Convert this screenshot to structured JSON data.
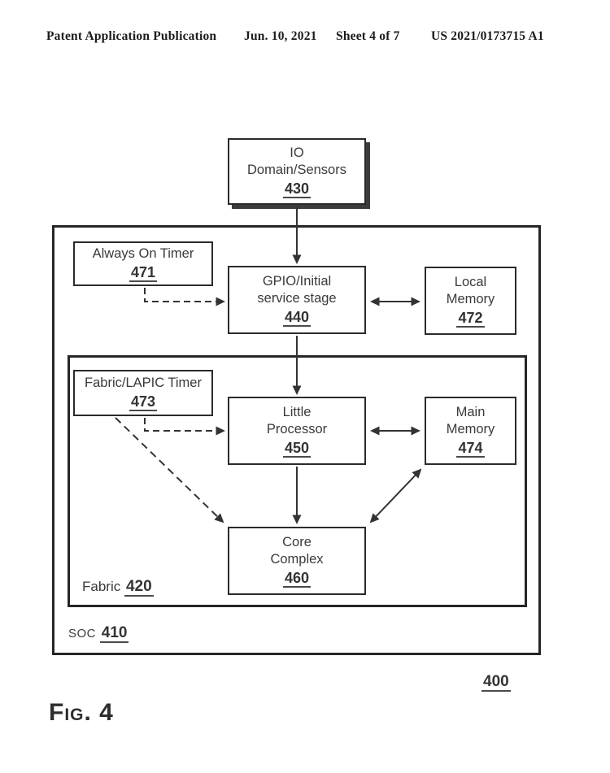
{
  "header": {
    "publication": "Patent Application Publication",
    "date": "Jun. 10, 2021",
    "sheet": "Sheet 4 of 7",
    "patent_number": "US 2021/0173715 A1"
  },
  "diagram": {
    "boxes": {
      "io_domain": {
        "line1": "IO",
        "line2": "Domain/Sensors",
        "ref": "430"
      },
      "always_on_timer": {
        "line1": "Always On Timer",
        "ref": "471"
      },
      "gpio": {
        "line1": "GPIO/Initial",
        "line2": "service stage",
        "ref": "440"
      },
      "local_memory": {
        "line1": "Local",
        "line2": "Memory",
        "ref": "472"
      },
      "fabric_timer": {
        "line1": "Fabric/LAPIC Timer",
        "ref": "473"
      },
      "little_processor": {
        "line1": "Little",
        "line2": "Processor",
        "ref": "450"
      },
      "main_memory": {
        "line1": "Main",
        "line2": "Memory",
        "ref": "474"
      },
      "core_complex": {
        "line1": "Core",
        "line2": "Complex",
        "ref": "460"
      }
    },
    "containers": {
      "fabric": {
        "label": "Fabric",
        "ref": "420"
      },
      "soc": {
        "label": "SOC",
        "ref": "410"
      }
    },
    "figure_ref": "400",
    "figure_caption": "Fig. 4"
  },
  "colors": {
    "ink": "#333333",
    "border": "#2b2b2b",
    "background": "#ffffff"
  }
}
